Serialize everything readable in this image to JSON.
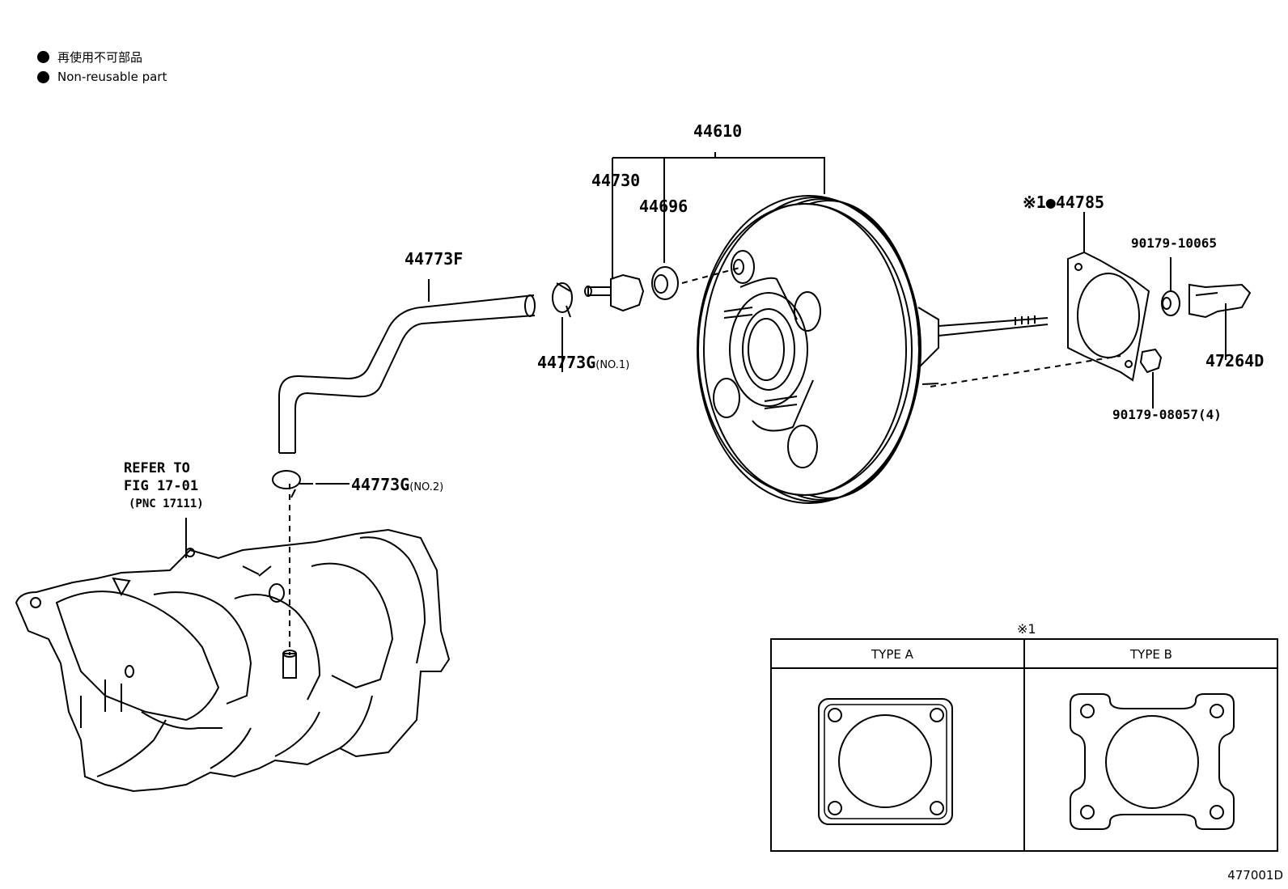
{
  "legend": {
    "jp": "再使用不可部品",
    "en": "Non-reusable part"
  },
  "parts": {
    "booster_assy": "44610",
    "check_valve": "44730",
    "grommet": "44696",
    "vacuum_hose": "44773F",
    "clamp_no1_num": "44773G",
    "clamp_no1_tag": "(NO.1)",
    "clamp_no2_num": "44773G",
    "clamp_no2_tag": "(NO.2)",
    "gasket": "※1●44785",
    "nut_a": "90179-10065",
    "nut_b": "90179-08057(4)",
    "clevis": "47264D"
  },
  "refer": {
    "line1": "REFER TO",
    "line2": "FIG 17-01",
    "line3": "(PNC 17111)"
  },
  "inset": {
    "mark": "※1",
    "type_a": "TYPE A",
    "type_b": "TYPE B"
  },
  "figure_code": "477001D"
}
